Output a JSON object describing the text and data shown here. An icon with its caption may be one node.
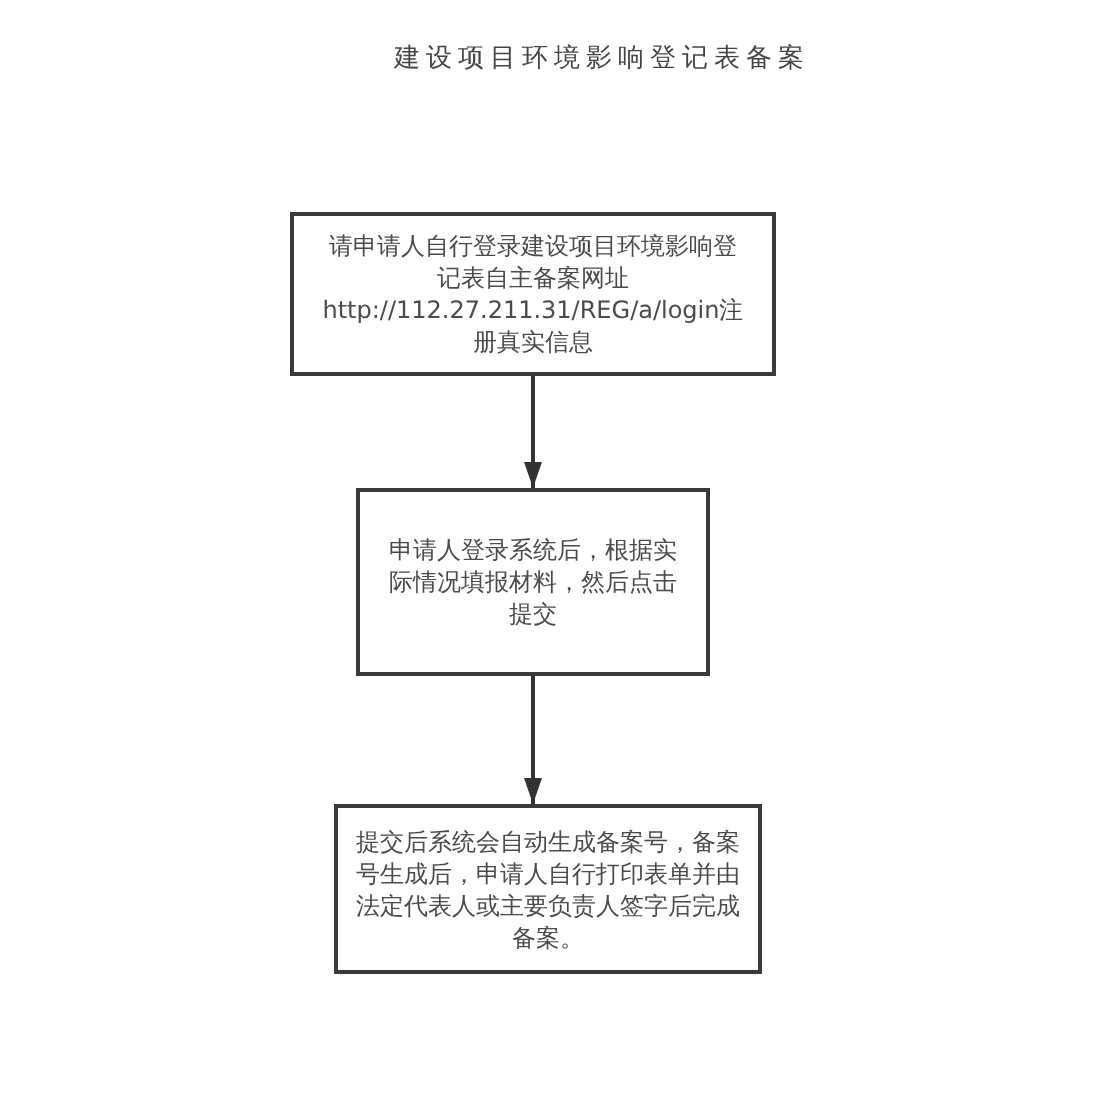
{
  "diagram": {
    "title": "建设项目环境影响登记表备案",
    "nodes": [
      {
        "text": [
          "请申请人自行登录建设项目环境影响登记表自主备案网址http://112.27.211.31/REG/a/login注册真实信息"
        ]
      },
      {
        "text": [
          "申请人登录系统后，根据实际情况填报材料，然后点击提交"
        ]
      },
      {
        "text": [
          "提交后系统会自动生成备案号，备案号生成后，申请人自行打印表单并由法定代表人或主要负责人签字后完成备案。"
        ]
      }
    ],
    "edges": [
      {
        "from": 0,
        "to": 1,
        "arrow": "to"
      },
      {
        "from": 1,
        "to": 2,
        "arrow": "to"
      }
    ]
  }
}
